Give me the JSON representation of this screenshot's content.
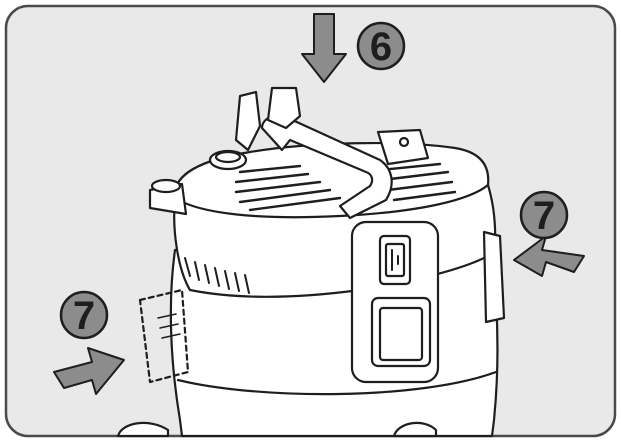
{
  "figure": {
    "steps": {
      "top": {
        "number": "6"
      },
      "right": {
        "number": "7"
      },
      "left": {
        "number": "7"
      }
    },
    "colors": {
      "panel_fill": "#e9e9e9",
      "frame_stroke": "#4a4a4a",
      "device_fill": "#ffffff",
      "device_stroke": "#1e1e1e",
      "badge_fill": "#8c8c8c",
      "arrow_fill": "#8c8c8c"
    },
    "icons": [
      "down-arrow-icon",
      "left-arrow-icon",
      "right-arrow-icon",
      "power-switch-icon"
    ]
  }
}
